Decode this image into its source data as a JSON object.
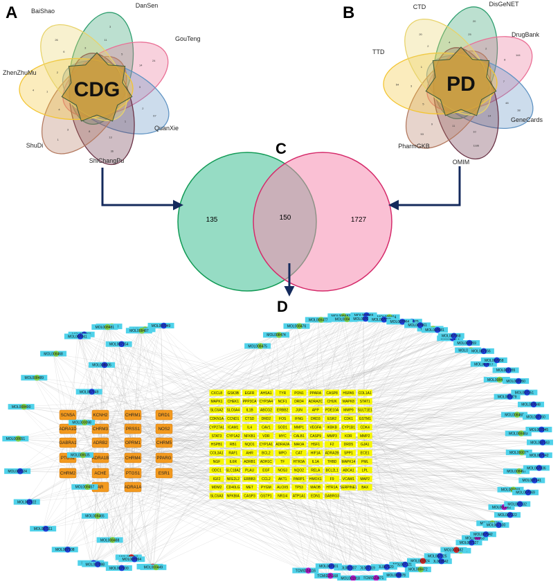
{
  "panels": {
    "a": "A",
    "b": "B",
    "c": "C",
    "d": "D"
  },
  "venn_cdg": {
    "center": "CDG",
    "sets": [
      {
        "label": "BaiShao",
        "color": "#2e9e6e"
      },
      {
        "label": "DanSen",
        "color": "#ea6f95"
      },
      {
        "label": "GouTeng",
        "color": "#5f93c3"
      },
      {
        "label": "QuanXie",
        "color": "#6b3346"
      },
      {
        "label": "ShiChangPu",
        "color": "#b47a60"
      },
      {
        "label": "ShuDi",
        "color": "#f3c532"
      },
      {
        "label": "ZhenZhuMu",
        "color": "#e8d36a"
      }
    ],
    "counts": [
      "3",
      "24",
      "67",
      "36",
      "1",
      "4",
      "26",
      "11",
      "5",
      "14",
      "3",
      "2",
      "1",
      "13",
      "8",
      "3",
      "4",
      "1",
      "2",
      "6",
      "3"
    ]
  },
  "venn_pd": {
    "center": "PD",
    "sets": [
      {
        "label": "CTD",
        "color": "#2e9e6e"
      },
      {
        "label": "DisGeNET",
        "color": "#ea6f95"
      },
      {
        "label": "DrugBank",
        "color": "#5f93c3"
      },
      {
        "label": "GeneCards",
        "color": "#6b3346"
      },
      {
        "label": "OMIM",
        "color": "#b47a60"
      },
      {
        "label": "PharmGKB",
        "color": "#f3c532"
      },
      {
        "label": "TTD",
        "color": "#e8d36a"
      }
    ],
    "counts": [
      "20",
      "144",
      "38",
      "1186",
      "53",
      "54",
      "20",
      "25",
      "2",
      "8",
      "7",
      "48",
      "14",
      "10",
      "11",
      "9",
      "5",
      "3",
      "1",
      "2",
      "4"
    ]
  },
  "venn_c": {
    "left_count": "135",
    "overlap_count": "150",
    "right_count": "1727",
    "left_color": "#3fbf94",
    "right_color": "#f58db1"
  },
  "network": {
    "genes": [
      "CXCL8",
      "GSK3B",
      "EGFR",
      "AHSA1",
      "TYR",
      "PON1",
      "PPARA",
      "CASP8",
      "HSPA5",
      "COL1A1",
      "MAPK1",
      "CHEK1",
      "PPP3CA",
      "CYP3A4",
      "NCF1",
      "DRD4",
      "ADRA2C",
      "CHUK",
      "MAPK8",
      "STAT1",
      "SLC6A2",
      "SLC6A4",
      "IL1B",
      "ABCG2",
      "ERBB2",
      "JUN",
      "APP",
      "PDE10A",
      "MMP9",
      "SULT1E1",
      "CDKN1A",
      "CCND1",
      "CTSD",
      "DRD2",
      "FOS",
      "IFNG",
      "DRD3",
      "ESR2",
      "CDK1",
      "GSTM1",
      "CYP27A1",
      "ICAM1",
      "IL4",
      "CAV1",
      "SOD1",
      "MMP1",
      "VEGFA",
      "IKBKB",
      "CYP1B1",
      "CDK4",
      "STAT3",
      "CYP1A2",
      "NFKB1",
      "VDR",
      "MYC",
      "CALB1",
      "CASP9",
      "MMP3",
      "KDR",
      "MMP2",
      "HSPB1",
      "RB1",
      "NQO1",
      "CYP1A1",
      "ADRA2A",
      "MAOA",
      "HSF1",
      "F2",
      "DRD5",
      "GJA1",
      "COL3A1",
      "RAF1",
      "AHR",
      "BCL2",
      "MPO",
      "CAT",
      "HIF1A",
      "ADRA2B",
      "SPP1",
      "ECE1",
      "NGF",
      "IL6R",
      "ADRB1",
      "ADH1C",
      "TF",
      "HTR3A",
      "IL1A",
      "THBD",
      "MAPK14",
      "PML",
      "ODC1",
      "SLC18A2",
      "PLAU",
      "EGF",
      "NOS3",
      "NQO2",
      "RELA",
      "BCL2L1",
      "ABCA1",
      "LPL",
      "IGF2",
      "NFE2L2",
      "ERBB3",
      "CCL2",
      "AKT1",
      "PARP1",
      "HMOX1",
      "F9",
      "VCAM1",
      "MAP2",
      "MDM2",
      "CD40LG",
      "MET",
      "PYGM",
      "ALOX5",
      "TP53",
      "MAOB",
      "HTR1A",
      "SERPINE1",
      "BAX",
      "SLC6A3",
      "NFKBIA",
      "CASP3",
      "GSTP1",
      "NR1I4",
      "ATP1A1",
      "EDN1",
      "GABRG3"
    ],
    "core_genes": [
      "SCN5A",
      "KCNH2",
      "CHRM1",
      "DRD1",
      "ADRA1D",
      "CHRM3",
      "PRSS1",
      "NOS2",
      "GABRA1",
      "ADRB2",
      "OPRM1",
      "CHRM5",
      "PTGS2",
      "ADRA1B",
      "CHRM4",
      "PPARG",
      "CHRM2",
      "ACHE",
      "PTGS1",
      "ESR1",
      "AR",
      "ADRA1A"
    ],
    "left_nodes": [
      {
        "label": "MOL007093",
        "color": "#1e3fd9"
      },
      {
        "label": "MOL007088",
        "color": "#7fd04a"
      },
      {
        "label": "MOL008478",
        "color": "#7fd04a"
      },
      {
        "label": "MOL007049",
        "color": "#1e3fd9"
      },
      {
        "label": "MOL008481",
        "color": "#7fd04a"
      },
      {
        "label": "MOL008487",
        "color": "#7fd04a"
      },
      {
        "label": "MOL007041",
        "color": "#1e3fd9"
      },
      {
        "label": "MOL007154",
        "color": "#1e3fd9"
      },
      {
        "label": "MOL008468",
        "color": "#7fd04a"
      },
      {
        "label": "MOL008005",
        "color": "#1e3fd9"
      },
      {
        "label": "MOL008489",
        "color": "#7fd04a"
      },
      {
        "label": "MOL007149",
        "color": "#1e3fd9"
      },
      {
        "label": "MOL008490",
        "color": "#7fd04a"
      },
      {
        "label": "MOL000098",
        "color": "#7fd04a"
      },
      {
        "label": "MOL008651",
        "color": "#7fd04a"
      },
      {
        "label": "MOL008635",
        "color": "#7fd04a"
      },
      {
        "label": "MOL007124",
        "color": "#1e3fd9"
      },
      {
        "label": "MOL008457",
        "color": "#7fd04a"
      },
      {
        "label": "MOL007122",
        "color": "#1e3fd9"
      },
      {
        "label": "MOL008465",
        "color": "#7fd04a"
      },
      {
        "label": "MOL007111",
        "color": "#1e3fd9"
      },
      {
        "label": "MOL008488",
        "color": "#7fd04a"
      },
      {
        "label": "MOL007108",
        "color": "#1e3fd9"
      },
      {
        "label": "MOL000358",
        "color": "#d62a2a"
      },
      {
        "label": "MOL007105",
        "color": "#1e3fd9"
      },
      {
        "label": "MOL000422",
        "color": "#d62a2a"
      },
      {
        "label": "MOL007100",
        "color": "#1e3fd9"
      },
      {
        "label": "MOL000449",
        "color": "#7fd04a"
      },
      {
        "label": "MOL007098",
        "color": "#1e3fd9"
      },
      {
        "label": "MOL007094",
        "color": "#1e3fd9"
      }
    ],
    "mid_nodes": [
      {
        "label": "MOL008475",
        "color": "#7fd04a"
      },
      {
        "label": "MOL008474",
        "color": "#7fd04a"
      },
      {
        "label": "MOL008476",
        "color": "#7fd04a"
      },
      {
        "label": "MOL008477",
        "color": "#7fd04a"
      },
      {
        "label": "MOL008482",
        "color": "#7fd04a"
      },
      {
        "label": "MOL007069",
        "color": "#1e3fd9"
      },
      {
        "label": "MOL008484",
        "color": "#7fd04a"
      },
      {
        "label": "MOL007070",
        "color": "#1e3fd9"
      },
      {
        "label": "MOL008485",
        "color": "#7fd04a"
      },
      {
        "label": "MOL007071",
        "color": "#1e3fd9"
      },
      {
        "label": "MOL008456",
        "color": "#7fd04a"
      },
      {
        "label": "MOL007077",
        "color": "#1e3fd9"
      },
      {
        "label": "MOL008458",
        "color": "#7fd04a"
      },
      {
        "label": "MOL007079",
        "color": "#1e3fd9"
      },
      {
        "label": "MOL008460",
        "color": "#7fd04a"
      },
      {
        "label": "MOL008483",
        "color": "#7fd04a"
      },
      {
        "label": "MOL000073",
        "color": "#7fd04a"
      },
      {
        "label": "MOL008467",
        "color": "#7fd04a"
      },
      {
        "label": "MOL008469",
        "color": "#7fd04a"
      },
      {
        "label": "MOL000082",
        "color": "#b01cc9"
      },
      {
        "label": "MOL008470",
        "color": "#7fd04a"
      },
      {
        "label": "MOL000953",
        "color": "#b01cc9"
      },
      {
        "label": "MOL008471",
        "color": "#7fd04a"
      },
      {
        "label": "MOL003542",
        "color": "#1e3fd9"
      },
      {
        "label": "MOL008472",
        "color": "#7fd04a"
      },
      {
        "label": "MOL003578",
        "color": "#1e3fd9"
      },
      {
        "label": "TCMID23471",
        "color": "#b01cc9"
      },
      {
        "label": "MOL001918",
        "color": "#b01cc9"
      },
      {
        "label": "TCMID25168",
        "color": "#b01cc9"
      },
      {
        "label": "TCMID24116",
        "color": "#b01cc9"
      }
    ],
    "right_nodes": [
      {
        "label": "MOL008473",
        "color": "#7fd04a"
      },
      {
        "label": "MOL007065",
        "color": "#1e3fd9"
      },
      {
        "label": "MOL007082",
        "color": "#1e3fd9"
      },
      {
        "label": "MOL007064",
        "color": "#1e3fd9"
      },
      {
        "label": "MOL007061",
        "color": "#1e3fd9"
      },
      {
        "label": "MOL007081",
        "color": "#1e3fd9"
      },
      {
        "label": "MOL007068",
        "color": "#1e3fd9"
      },
      {
        "label": "MOL007059",
        "color": "#1e3fd9"
      },
      {
        "label": "MOL007156",
        "color": "#1e3fd9"
      },
      {
        "label": "MOL007058",
        "color": "#1e3fd9"
      },
      {
        "label": "MOL007155",
        "color": "#1e3fd9"
      },
      {
        "label": "MOL007050",
        "color": "#1e3fd9"
      },
      {
        "label": "MOL007151",
        "color": "#1e3fd9"
      },
      {
        "label": "MOL007048",
        "color": "#1e3fd9"
      },
      {
        "label": "MOL007150",
        "color": "#1e3fd9"
      },
      {
        "label": "MOL007045",
        "color": "#1e3fd9"
      },
      {
        "label": "MOL007143",
        "color": "#1e3fd9"
      },
      {
        "label": "MOL007142",
        "color": "#1e3fd9"
      },
      {
        "label": "MOL007036",
        "color": "#1e3fd9"
      },
      {
        "label": "MOL007141",
        "color": "#1e3fd9"
      },
      {
        "label": "MOL007069",
        "color": "#1e3fd9"
      },
      {
        "label": "MOL007132",
        "color": "#1e3fd9"
      },
      {
        "label": "MOL007222",
        "color": "#1e3fd9"
      },
      {
        "label": "MOL007130",
        "color": "#1e3fd9"
      },
      {
        "label": "MOL007042",
        "color": "#1e3fd9"
      },
      {
        "label": "MOL007127",
        "color": "#1e3fd9"
      },
      {
        "label": "MOL002482",
        "color": "#d62a2a"
      },
      {
        "label": "MOL007125",
        "color": "#1e3fd9"
      },
      {
        "label": "MOL001924",
        "color": "#d62a2a"
      },
      {
        "label": "MOL007121",
        "color": "#1e3fd9"
      },
      {
        "label": "MOL007120",
        "color": "#1e3fd9"
      },
      {
        "label": "MOL007119",
        "color": "#1e3fd9"
      },
      {
        "label": "MOL007107",
        "color": "#1e3fd9"
      },
      {
        "label": "MOL007101",
        "color": "#1e3fd9"
      }
    ],
    "colors": {
      "gene_box": "#f7f700",
      "core_box": "#f39a1f",
      "label_bg": "#4fd2ea",
      "edge": "#9a9a9a",
      "arrow": "#142a5c"
    }
  }
}
